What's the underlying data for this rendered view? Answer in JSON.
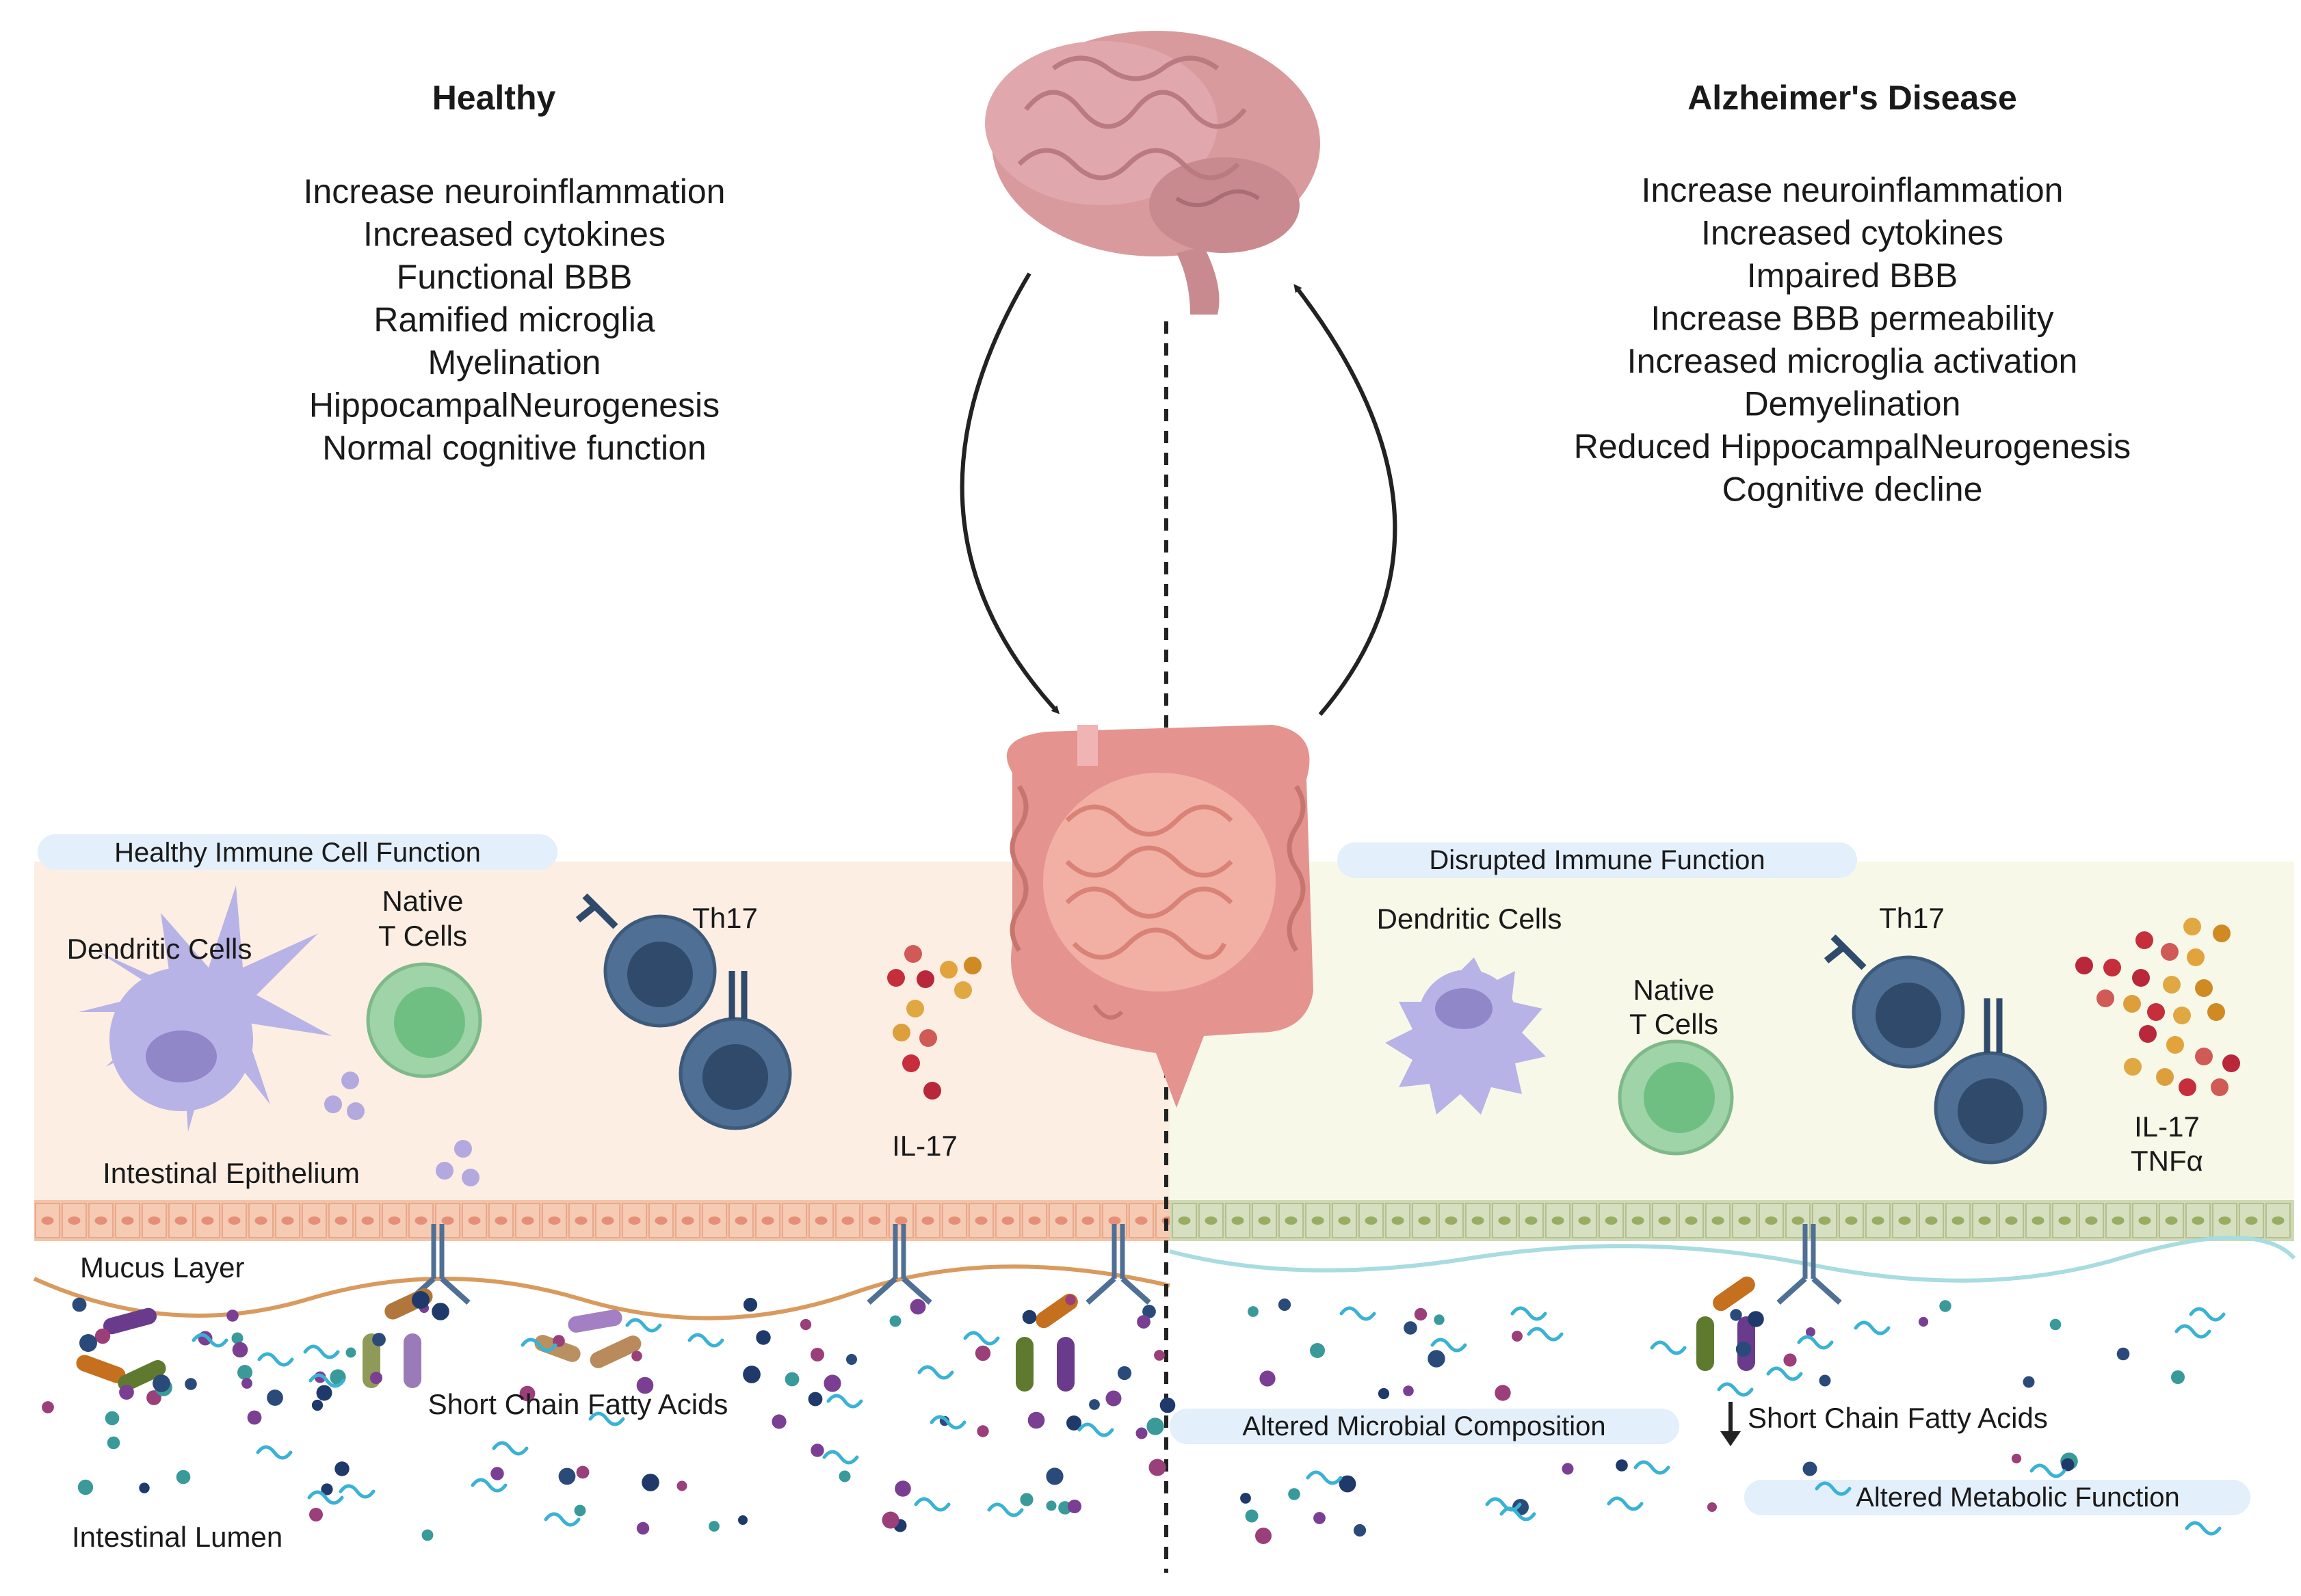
{
  "healthy": {
    "title": "Healthy",
    "effects": [
      "Increase neuroinflammation",
      "Increased cytokines",
      "Functional BBB",
      "Ramified microglia",
      "Myelination",
      "HippocampalNeurogenesis",
      "Normal cognitive function"
    ],
    "panel_label": "Healthy Immune Cell Function",
    "cells": {
      "dendritic": "Dendritic Cells",
      "native_line1": "Native",
      "native_line2": "T Cells",
      "th17": "Th17",
      "il17": "IL-17"
    },
    "epithelium": "Intestinal  Epithelium",
    "mucus": "Mucus Layer",
    "scfa": "Short Chain Fatty Acids",
    "lumen": "Intestinal Lumen"
  },
  "alzheimers": {
    "title": "Alzheimer's Disease",
    "effects": [
      "Increase neuroinflammation",
      "Increased cytokines",
      "Impaired BBB",
      "Increase BBB permeability",
      "Increased microglia activation",
      "Demyelination",
      "Reduced HippocampalNeurogenesis",
      "Cognitive decline"
    ],
    "panel_label": "Disrupted Immune Function",
    "cells": {
      "dendritic": "Dendritic Cells",
      "native_line1": "Native",
      "native_line2": "T Cells",
      "th17": "Th17",
      "il17": "IL-17",
      "tnfa": "TNFα"
    },
    "microbial": "Altered Microbial Composition",
    "scfa": "Short Chain Fatty Acids",
    "metabolic": "Altered Metabolic Function"
  },
  "colors": {
    "healthy_panel": "#fdeee3",
    "ad_panel": "#f8f8e9",
    "pill": "#e3effa",
    "brain": "#d99a9e",
    "gut": "#e4938f",
    "th17": "#4f7094",
    "native_t": "#9fd4a8",
    "dendritic": "#b8b3e6"
  }
}
